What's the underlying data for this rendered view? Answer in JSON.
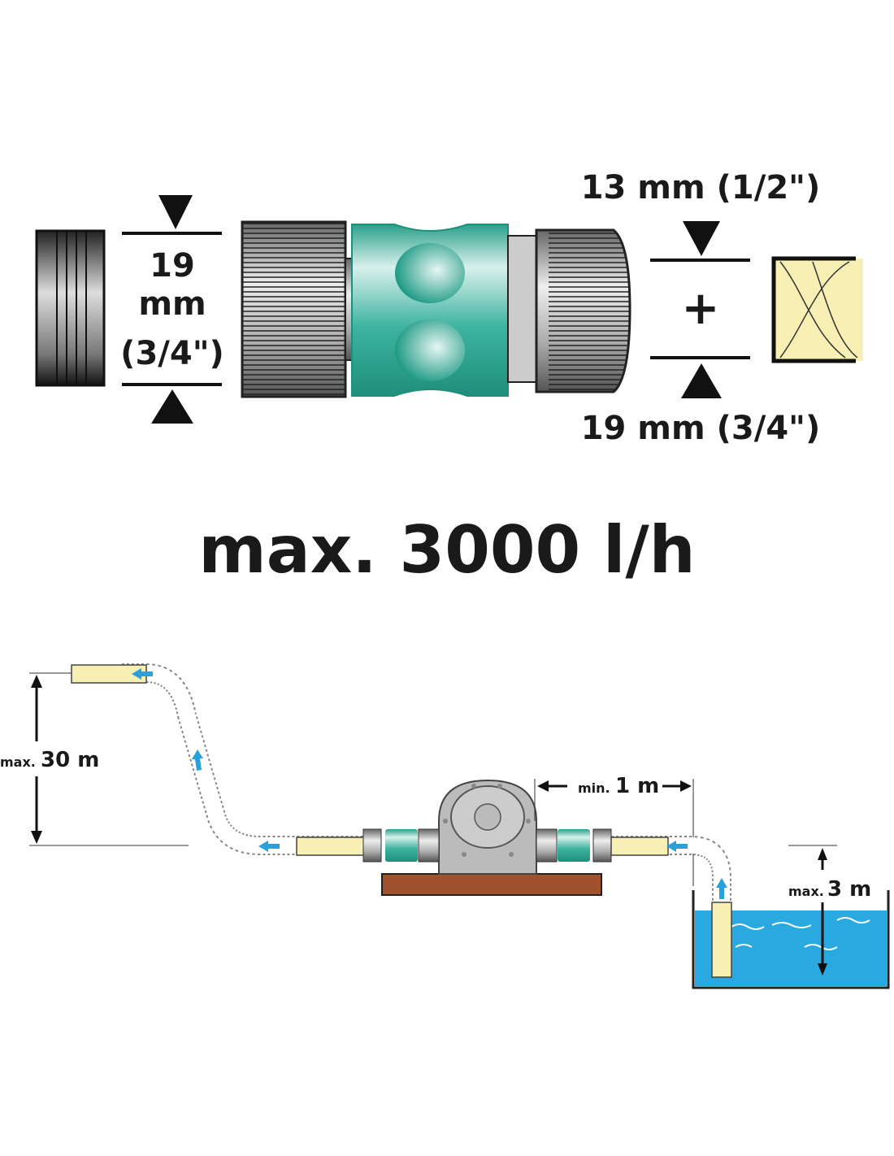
{
  "top": {
    "left_dimension": {
      "line1": "19",
      "line2": "mm",
      "line3": "(3/4\")"
    },
    "right_dimension_top": "13 mm (1/2\")",
    "right_dimension_plus": "+",
    "right_dimension_bottom": "19 mm (3/4\")"
  },
  "flow_rate": "max. 3000 l/h",
  "bottom": {
    "height_prefix": "max.",
    "height_value": "30 m",
    "distance_prefix": "min.",
    "distance_value": "1 m",
    "suction_prefix": "max.",
    "suction_value": "3 m"
  },
  "colors": {
    "teal": "#2aa08a",
    "water": "#29a9df",
    "board": "#a0522d",
    "hose": "#f7efb4",
    "arrow": "#2aa0dc"
  }
}
